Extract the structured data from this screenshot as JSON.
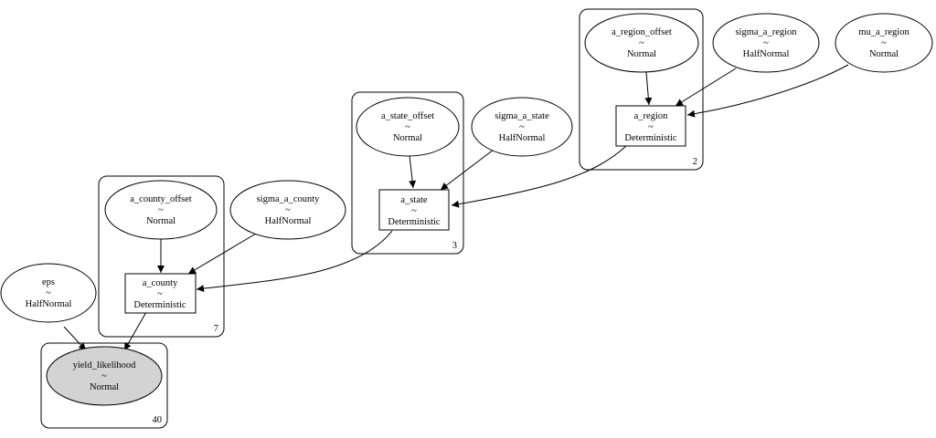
{
  "graph": {
    "plates": {
      "region": "2",
      "state": "3",
      "county": "7",
      "obs": "40"
    },
    "nodes": {
      "a_region_offset": {
        "name": "a_region_offset",
        "tilde": "~",
        "dist": "Normal"
      },
      "sigma_a_region": {
        "name": "sigma_a_region",
        "tilde": "~",
        "dist": "HalfNormal"
      },
      "mu_a_region": {
        "name": "mu_a_region",
        "tilde": "~",
        "dist": "Normal"
      },
      "a_region": {
        "name": "a_region",
        "tilde": "~",
        "dist": "Deterministic"
      },
      "a_state_offset": {
        "name": "a_state_offset",
        "tilde": "~",
        "dist": "Normal"
      },
      "sigma_a_state": {
        "name": "sigma_a_state",
        "tilde": "~",
        "dist": "HalfNormal"
      },
      "a_state": {
        "name": "a_state",
        "tilde": "~",
        "dist": "Deterministic"
      },
      "a_county_offset": {
        "name": "a_county_offset",
        "tilde": "~",
        "dist": "Normal"
      },
      "sigma_a_county": {
        "name": "sigma_a_county",
        "tilde": "~",
        "dist": "HalfNormal"
      },
      "a_county": {
        "name": "a_county",
        "tilde": "~",
        "dist": "Deterministic"
      },
      "eps": {
        "name": "eps",
        "tilde": "~",
        "dist": "HalfNormal"
      },
      "yield_likelihood": {
        "name": "yield_likelihood",
        "tilde": "~",
        "dist": "Normal"
      }
    },
    "edges": [
      {
        "from": "a_region_offset",
        "to": "a_region"
      },
      {
        "from": "sigma_a_region",
        "to": "a_region"
      },
      {
        "from": "mu_a_region",
        "to": "a_region"
      },
      {
        "from": "a_region",
        "to": "a_state"
      },
      {
        "from": "a_state_offset",
        "to": "a_state"
      },
      {
        "from": "sigma_a_state",
        "to": "a_state"
      },
      {
        "from": "a_state",
        "to": "a_county"
      },
      {
        "from": "a_county_offset",
        "to": "a_county"
      },
      {
        "from": "sigma_a_county",
        "to": "a_county"
      },
      {
        "from": "eps",
        "to": "yield_likelihood"
      },
      {
        "from": "a_county",
        "to": "yield_likelihood"
      }
    ]
  }
}
